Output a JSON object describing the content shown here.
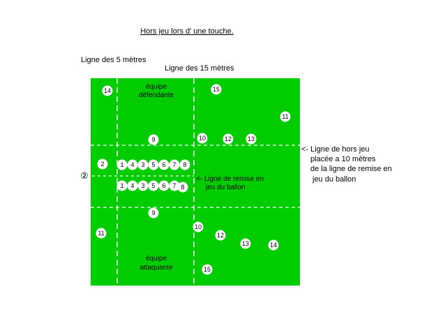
{
  "title": "Hors jeu lors d' une touche.",
  "labels": {
    "five_m_line": "Ligne des 5 mètres",
    "fifteen_m_line": "Ligne des 15 mètres",
    "offside_line": [
      "<- Ligne de hors jeu",
      "placée a 10 mètres",
      "de la ligne de remise en",
      "jeu du ballon"
    ],
    "restart_line": [
      "<- Ligne de remise en",
      "jeu du ballon"
    ],
    "defending_team": [
      "équipe",
      "défendante"
    ],
    "attacking_team": [
      "équipe",
      "attaquante"
    ]
  },
  "colors": {
    "field": "#00cc00",
    "line": "#ffffff",
    "player_fill": "#ffffff",
    "player_text": "#000000",
    "background": "#ffffff"
  },
  "thrower_marker": "②",
  "players": {
    "defending": [
      "14",
      "15",
      "11",
      "10",
      "12",
      "13",
      "9",
      "2",
      "1",
      "4",
      "3",
      "5",
      "6",
      "7",
      "8"
    ],
    "attacking": [
      "1",
      "4",
      "3",
      "5",
      "6",
      "7",
      "8",
      "9",
      "11",
      "10",
      "12",
      "13",
      "14",
      "15"
    ]
  }
}
